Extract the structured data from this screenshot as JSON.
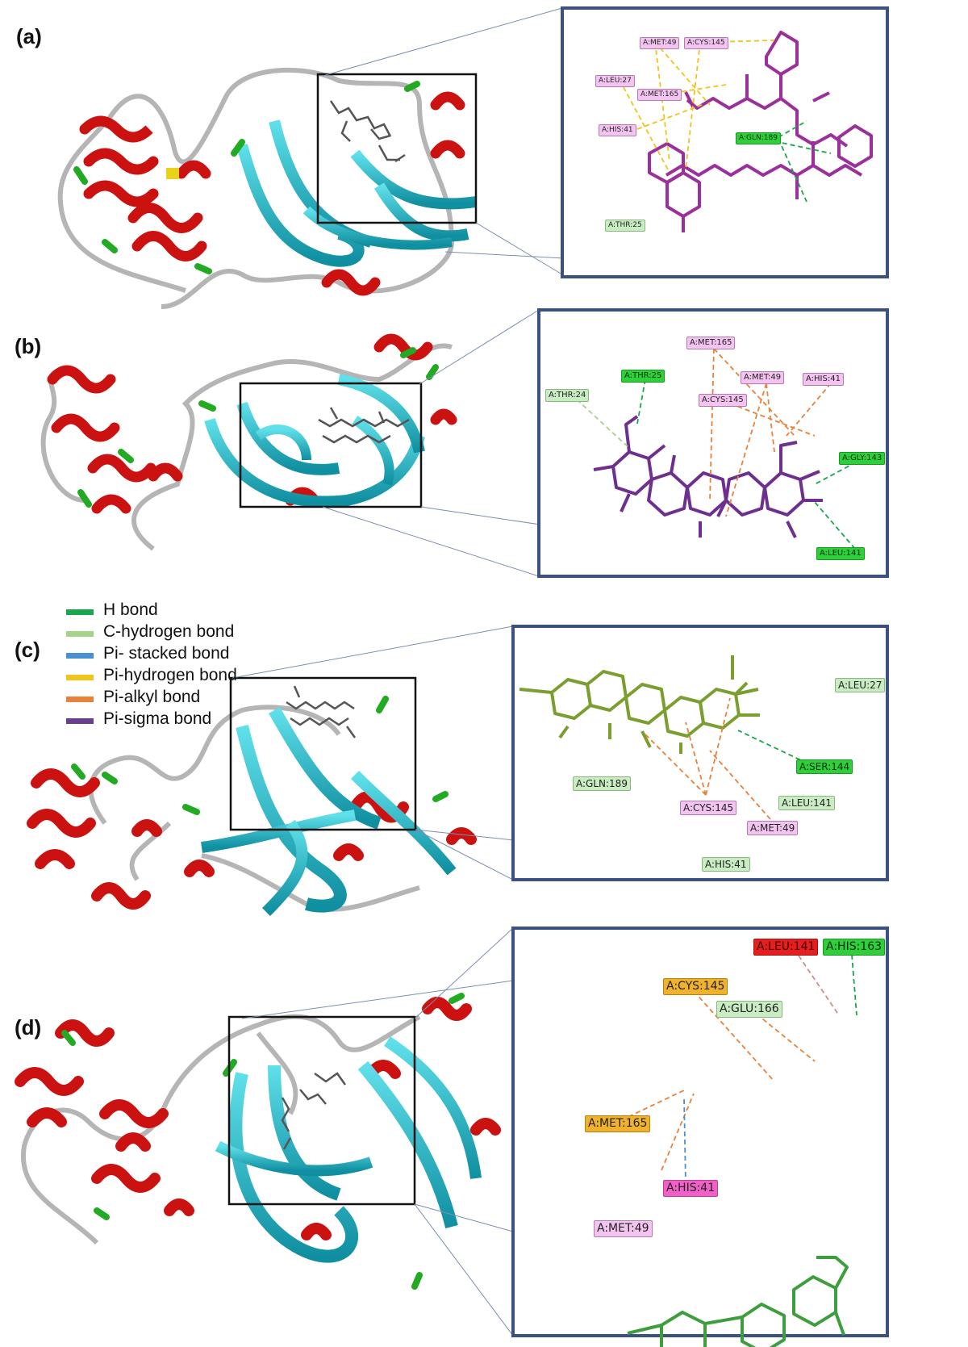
{
  "panels": [
    {
      "label": "(a)",
      "residues": [
        {
          "name": "A:MET:49",
          "type": "pi-alkyl"
        },
        {
          "name": "A:CYS:145",
          "type": "pi-alkyl"
        },
        {
          "name": "A:LEU:27",
          "type": "pi-alkyl"
        },
        {
          "name": "A:MET:165",
          "type": "pi-alkyl"
        },
        {
          "name": "A:HIS:41",
          "type": "pi-alkyl"
        },
        {
          "name": "A:GLN:189",
          "type": "h-bond"
        },
        {
          "name": "A:THR:25",
          "type": "c-hydrogen"
        }
      ]
    },
    {
      "label": "(b)",
      "residues": [
        {
          "name": "A:MET:165",
          "type": "pi-alkyl"
        },
        {
          "name": "A:THR:25",
          "type": "h-bond"
        },
        {
          "name": "A:MET:49",
          "type": "pi-alkyl"
        },
        {
          "name": "A:HIS:41",
          "type": "pi-alkyl"
        },
        {
          "name": "A:THR:24",
          "type": "c-hydrogen"
        },
        {
          "name": "A:CYS:145",
          "type": "pi-alkyl"
        },
        {
          "name": "A:GLY:143",
          "type": "h-bond"
        },
        {
          "name": "A:LEU:141",
          "type": "h-bond"
        }
      ]
    },
    {
      "label": "(c)",
      "residues": [
        {
          "name": "A:LEU:27",
          "type": "c-hydrogen"
        },
        {
          "name": "A:SER:144",
          "type": "h-bond"
        },
        {
          "name": "A:GLN:189",
          "type": "c-hydrogen"
        },
        {
          "name": "A:LEU:141",
          "type": "c-hydrogen"
        },
        {
          "name": "A:CYS:145",
          "type": "pi-alkyl"
        },
        {
          "name": "A:MET:49",
          "type": "pi-alkyl"
        },
        {
          "name": "A:HIS:41",
          "type": "c-hydrogen"
        }
      ]
    },
    {
      "label": "(d)",
      "residues": [
        {
          "name": "A:LEU:141",
          "type": "unfavorable"
        },
        {
          "name": "A:HIS:163",
          "type": "h-bond"
        },
        {
          "name": "A:CYS:145",
          "type": "pi-sulfur"
        },
        {
          "name": "A:GLU:166",
          "type": "c-hydrogen"
        },
        {
          "name": "A:MET:165",
          "type": "pi-sulfur"
        },
        {
          "name": "A:HIS:41",
          "type": "pi-pi"
        },
        {
          "name": "A:MET:49",
          "type": "pi-alkyl"
        }
      ]
    }
  ],
  "legend": [
    {
      "label": "H bond",
      "color": "#1aa64a"
    },
    {
      "label": "C-hydrogen bond",
      "color": "#a3d48a"
    },
    {
      "label": "Pi- stacked bond",
      "color": "#4a8fd1"
    },
    {
      "label": "Pi-hydrogen bond",
      "color": "#f0c419"
    },
    {
      "label": "Pi-alkyl bond",
      "color": "#e8823a"
    },
    {
      "label": "Pi-sigma bond",
      "color": "#6b3f8f"
    }
  ],
  "colors": {
    "helix": "#cc1111",
    "sheet": "#18b4c6",
    "turn": "#22aa22",
    "coil": "#b5b5b5",
    "inset_border": "#3a5182",
    "ligand_a": "#9b2f9b",
    "ligand_b": "#6f2f8f",
    "ligand_c": "#7a9e30",
    "ligand_d": "#3e9e3e"
  }
}
